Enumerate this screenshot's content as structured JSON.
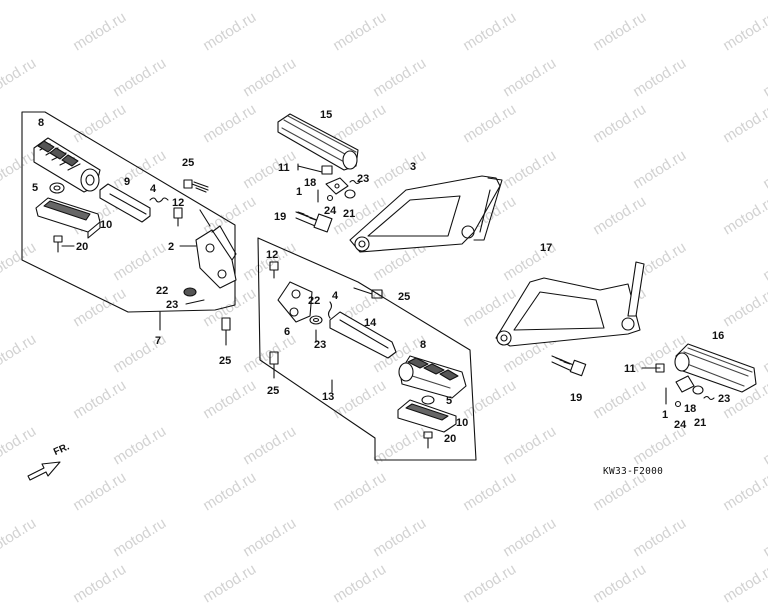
{
  "watermark": "motod.ru",
  "diagram_code": "KW33-F2000",
  "front_label": "FR.",
  "callouts": [
    {
      "id": "c8a",
      "text": "8"
    },
    {
      "id": "c5a",
      "text": "5"
    },
    {
      "id": "c10a",
      "text": "10"
    },
    {
      "id": "c20a",
      "text": "20"
    },
    {
      "id": "c9",
      "text": "9"
    },
    {
      "id": "c4a",
      "text": "4"
    },
    {
      "id": "c25a",
      "text": "25"
    },
    {
      "id": "c12a",
      "text": "12"
    },
    {
      "id": "c2",
      "text": "2"
    },
    {
      "id": "c22a",
      "text": "22"
    },
    {
      "id": "c23a",
      "text": "23"
    },
    {
      "id": "c7",
      "text": "7"
    },
    {
      "id": "c25b",
      "text": "25"
    },
    {
      "id": "c15",
      "text": "15"
    },
    {
      "id": "c11a",
      "text": "11"
    },
    {
      "id": "c1a",
      "text": "1"
    },
    {
      "id": "c18a",
      "text": "18"
    },
    {
      "id": "c24a",
      "text": "24"
    },
    {
      "id": "c23b",
      "text": "23"
    },
    {
      "id": "c21a",
      "text": "21"
    },
    {
      "id": "c19a",
      "text": "19"
    },
    {
      "id": "c3",
      "text": "3"
    },
    {
      "id": "c12b",
      "text": "12"
    },
    {
      "id": "c22b",
      "text": "22"
    },
    {
      "id": "c4b",
      "text": "4"
    },
    {
      "id": "c25c",
      "text": "25"
    },
    {
      "id": "c6",
      "text": "6"
    },
    {
      "id": "c23c",
      "text": "23"
    },
    {
      "id": "c14",
      "text": "14"
    },
    {
      "id": "c8b",
      "text": "8"
    },
    {
      "id": "c25d",
      "text": "25"
    },
    {
      "id": "c13",
      "text": "13"
    },
    {
      "id": "c5b",
      "text": "5"
    },
    {
      "id": "c10b",
      "text": "10"
    },
    {
      "id": "c20b",
      "text": "20"
    },
    {
      "id": "c17",
      "text": "17"
    },
    {
      "id": "c16",
      "text": "16"
    },
    {
      "id": "c19b",
      "text": "19"
    },
    {
      "id": "c11b",
      "text": "11"
    },
    {
      "id": "c18b",
      "text": "18"
    },
    {
      "id": "c23d",
      "text": "23"
    },
    {
      "id": "c1b",
      "text": "1"
    },
    {
      "id": "c24b",
      "text": "24"
    },
    {
      "id": "c21b",
      "text": "21"
    }
  ]
}
